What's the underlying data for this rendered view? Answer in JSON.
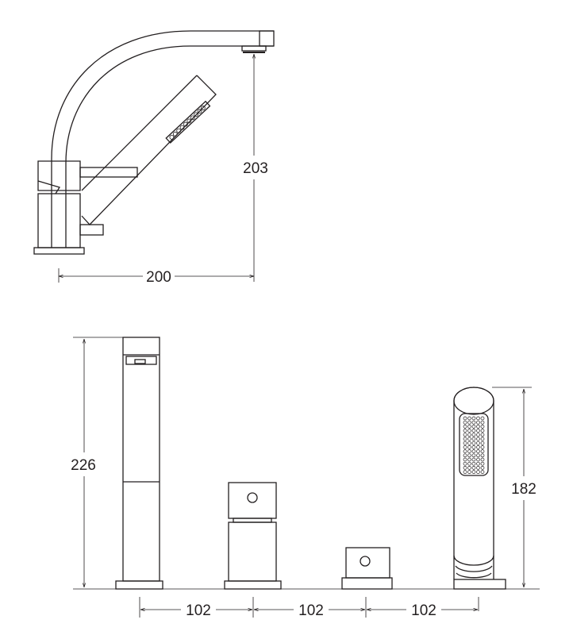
{
  "side_view": {
    "height_label": "203",
    "width_label": "200"
  },
  "front_view": {
    "spout_height_label": "226",
    "handshower_height_label": "182",
    "spacing_labels": [
      "102",
      "102",
      "102"
    ]
  },
  "colors": {
    "line": "#231f20",
    "background": "#ffffff"
  }
}
